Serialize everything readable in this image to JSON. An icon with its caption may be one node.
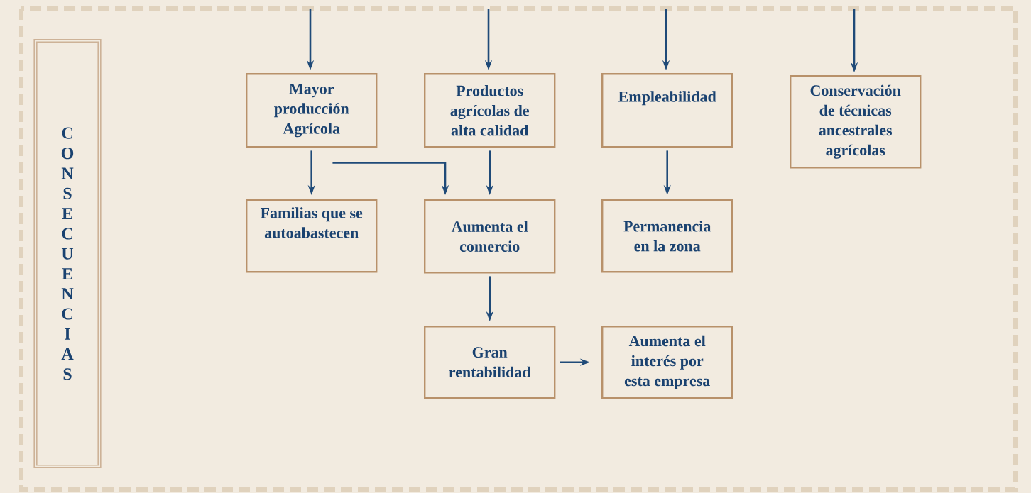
{
  "diagram": {
    "nodes": [
      {
        "text": [
          "CONSECUENCIAS"
        ]
      },
      {
        "text": [
          "Mayor producción Agrícola"
        ]
      },
      {
        "text": [
          "Productos agrícolas de alta calidad"
        ]
      },
      {
        "text": [
          "Empleabilidad"
        ]
      },
      {
        "text": [
          "Conservación de técnicas ancestrales agrícolas"
        ]
      },
      {
        "text": [
          "Familias que se autoabastecen"
        ]
      },
      {
        "text": [
          "Aumenta el comercio"
        ]
      },
      {
        "text": [
          "Permanencia en la zona"
        ]
      },
      {
        "text": [
          "Gran rentabilidad"
        ]
      },
      {
        "text": [
          "Aumenta el interés por esta empresa"
        ]
      }
    ],
    "edges": [
      {
        "from": null,
        "to": 1,
        "arrow": "to"
      },
      {
        "from": null,
        "to": 2,
        "arrow": "to"
      },
      {
        "from": null,
        "to": 3,
        "arrow": "to"
      },
      {
        "from": null,
        "to": 4,
        "arrow": "to"
      },
      {
        "from": 1,
        "to": 5,
        "arrow": "to"
      },
      {
        "from": 1,
        "to": 6,
        "arrow": "to"
      },
      {
        "from": 2,
        "to": 6,
        "arrow": "to"
      },
      {
        "from": 3,
        "to": 7,
        "arrow": "to"
      },
      {
        "from": 6,
        "to": 8,
        "arrow": "to"
      },
      {
        "from": 8,
        "to": 9,
        "arrow": "to"
      }
    ]
  }
}
